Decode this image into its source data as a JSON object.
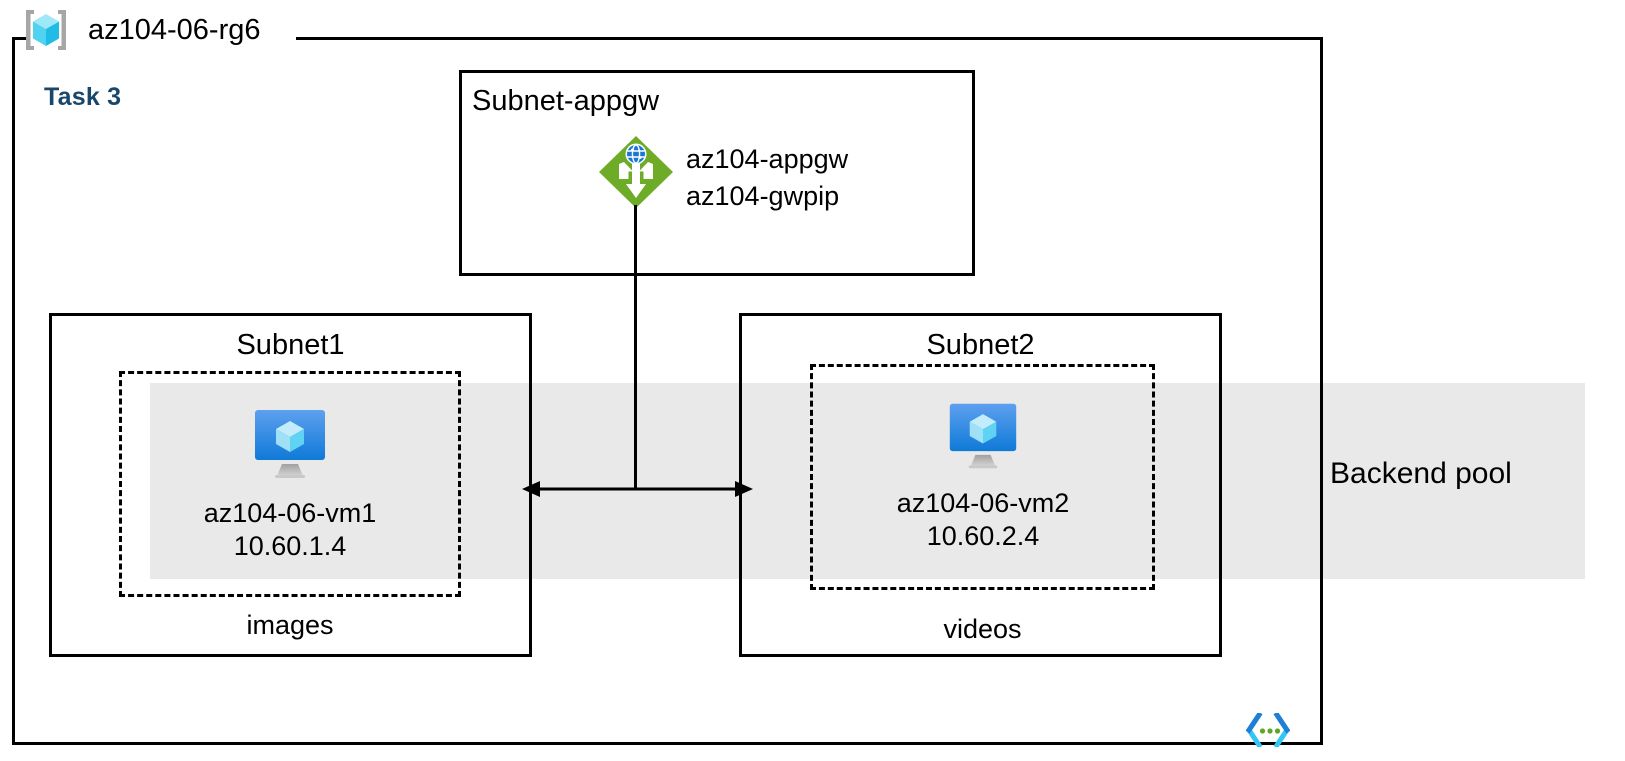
{
  "resource_group": {
    "name": "az104-06-rg6",
    "icon": "resource-group-cube-icon"
  },
  "task": {
    "label": "Task 3",
    "color": "#18476b"
  },
  "backend_pool": {
    "label": "Backend pool",
    "band_color": "#e9e9e9"
  },
  "subnets": [
    {
      "id": "subnet-appgw",
      "title": "Subnet-appgw",
      "resources": [
        {
          "icon": "application-gateway-icon",
          "icon_color": "#6eab27",
          "lines": [
            "az104-appgw",
            "az104-gwpip"
          ]
        }
      ]
    },
    {
      "id": "subnet1",
      "title": "Subnet1",
      "caption": "images",
      "vm": {
        "icon": "virtual-machine-icon",
        "name": "az104-06-vm1",
        "ip": "10.60.1.4"
      }
    },
    {
      "id": "subnet2",
      "title": "Subnet2",
      "caption": "videos",
      "vm": {
        "icon": "virtual-machine-icon",
        "name": "az104-06-vm2",
        "ip": "10.60.2.4"
      }
    }
  ],
  "connectors": {
    "gateway_to_bus": "vertical-line",
    "vm_bus": "double-headed-arrow"
  },
  "watermark": {
    "icon": "code-brackets-icon",
    "bracket_color": "#1f7fd4",
    "bracket_accent": "#31c6f5",
    "dot_color": "#5ba823"
  }
}
